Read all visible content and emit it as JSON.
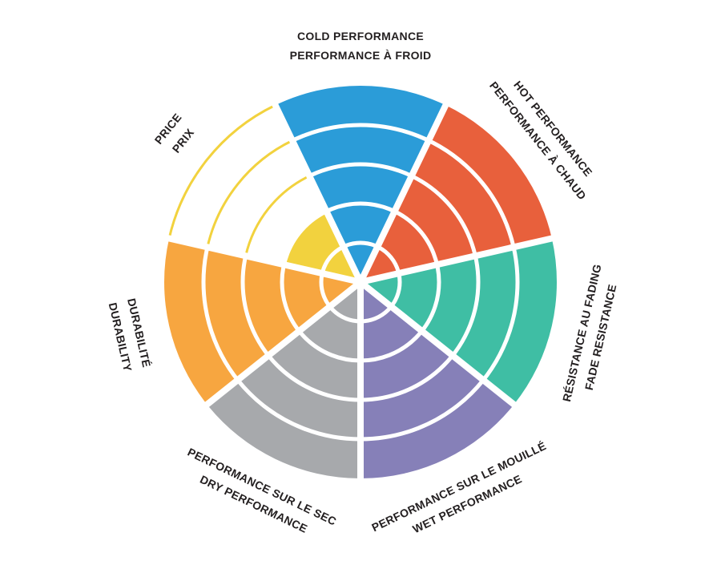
{
  "page": {
    "background": "#FFFFFF"
  },
  "chart_data": {
    "type": "pie",
    "subtype": "radial-rating-wheel",
    "title": "",
    "grid": true,
    "legend_position": "around",
    "scale": {
      "min": 0,
      "max": 5,
      "rings": 5
    },
    "colors": {
      "text": "#231F20",
      "grid": "#FFFFFF",
      "background": "#FFFFFF"
    },
    "segments": [
      {
        "id": "cold-performance",
        "labels": [
          "COLD PERFORMANCE",
          "PERFORMANCE À FROID"
        ],
        "color": "#2B9CD8",
        "value": 5
      },
      {
        "id": "hot-performance",
        "labels": [
          "HOT PERFORMANCE",
          "PERFORMANCE À CHAUD"
        ],
        "color": "#E8603C",
        "value": 5
      },
      {
        "id": "fade-resistance",
        "labels": [
          "RÉSISTANCE AU FADING",
          "FADE RESISTANCE"
        ],
        "color": "#3FBEA4",
        "value": 5
      },
      {
        "id": "wet-performance",
        "labels": [
          "PERFORMANCE SUR LE MOUILLÉ",
          "WET PERFORMANCE"
        ],
        "color": "#8680B8",
        "value": 5
      },
      {
        "id": "dry-performance",
        "labels": [
          "PERFORMANCE SUR LE SEC",
          "DRY PERFORMANCE"
        ],
        "color": "#A7A9AC",
        "value": 5
      },
      {
        "id": "durability",
        "labels": [
          "DURABILITÉ",
          "DURABILITY"
        ],
        "color": "#F7A640",
        "value": 5
      },
      {
        "id": "price",
        "labels": [
          "PRICE",
          "PRIX"
        ],
        "color": "#F2D23E",
        "value": 2
      }
    ]
  }
}
